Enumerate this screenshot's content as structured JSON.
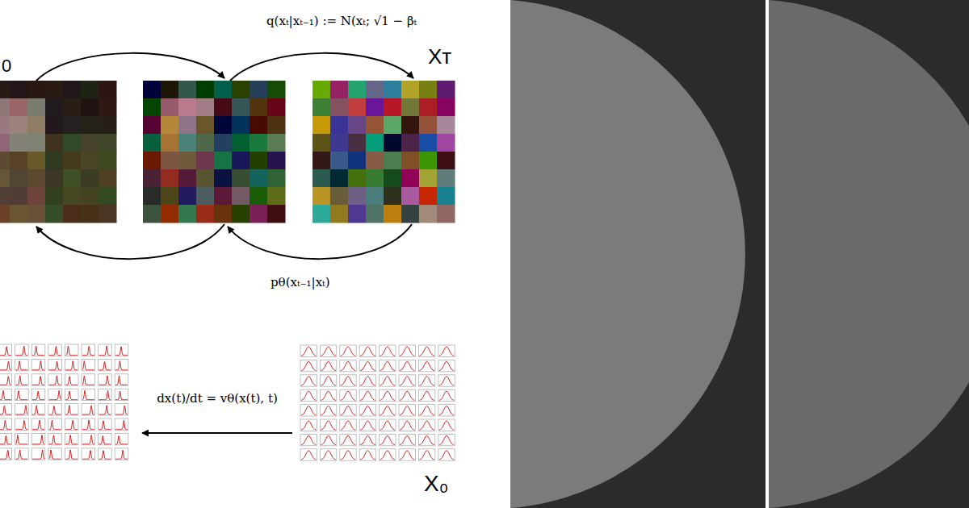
{
  "diagram": {
    "labels": [
      "0",
      "Xᴛ",
      "q(xₜ|xₜ₋₁) := N(xₜ; √1 − βₜ",
      "pθ(xₜ₋₁|xₜ)",
      "dx(t)/dt = vθ(x(t), t)",
      "X₀"
    ]
  }
}
